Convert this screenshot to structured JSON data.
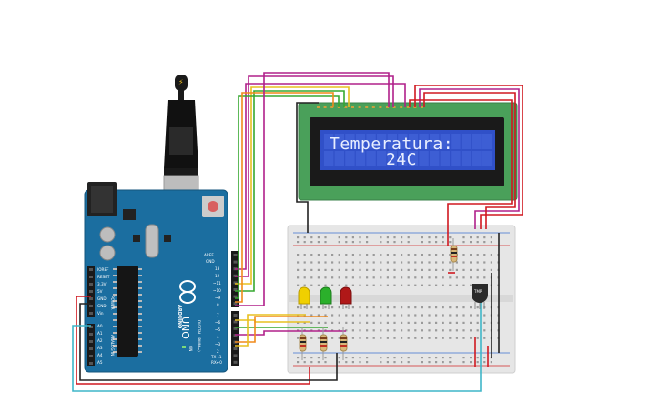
{
  "lcd": {
    "line1": "Temperatura:",
    "line2": "24C"
  },
  "arduino": {
    "model": "UNO",
    "brand": "ARDUINO",
    "header_labels": {
      "aref": "AREF",
      "gnd": "GND",
      "digital": "DIGITAL (PWM~)",
      "tx": "TX→1",
      "rx": "RX←0",
      "power": "POWER",
      "analog_in": "ANALOG IN",
      "on": "ON"
    },
    "power_pins": [
      "IOREF",
      "RESET",
      "3.3V",
      "5V",
      "GND",
      "GND",
      "Vin"
    ],
    "analog_pins": [
      "A0",
      "A1",
      "A2",
      "A3",
      "A4",
      "A5"
    ],
    "digital_pins": [
      "13",
      "12",
      "~11",
      "~10",
      "~9",
      "8",
      "7",
      "~6",
      "~5",
      "4",
      "~3",
      "2"
    ]
  },
  "sensor": {
    "label": "TMP"
  },
  "colors": {
    "arduino_board": "#1b6ea0",
    "lcd_pcb": "#4aa05a",
    "lcd_screen": "#3050c8",
    "breadboard": "#e6e6e6",
    "wire_red": "#d01820",
    "wire_black": "#222222",
    "wire_magenta": "#b0208a",
    "wire_orange": "#f08a1c",
    "wire_yellow": "#e8c020",
    "wire_green": "#36a830",
    "wire_cyan": "#3fb6c8",
    "led_yellow": "#f0d000",
    "led_green": "#2bb02b",
    "led_red": "#b01818"
  },
  "icons": {
    "usb_plug": "usb-plug-icon",
    "lightning": "lightning-icon",
    "arduino_logo": "arduino-infinity-icon"
  }
}
